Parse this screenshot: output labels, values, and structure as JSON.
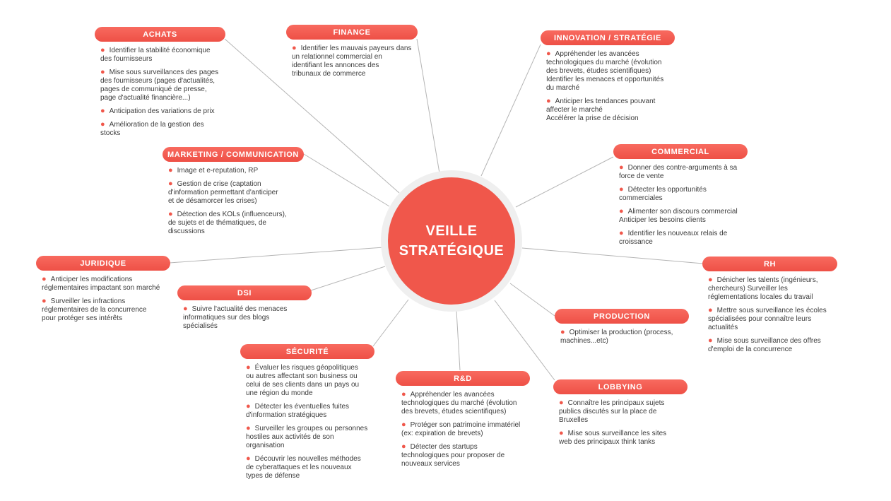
{
  "center": {
    "line1": "VEILLE",
    "line2": "STRATÉGIQUE"
  },
  "nodes": {
    "achats": {
      "title": "ACHATS",
      "items": [
        "Identifier la stabilité économique\ndes fournisseurs",
        "Mise sous surveillances des pages\ndes fournisseurs (pages d'actualités,\npages de communiqué de presse,\npage d'actualité financière...)",
        "Anticipation des variations de prix",
        "Amélioration de la gestion des\nstocks"
      ]
    },
    "finance": {
      "title": "FINANCE",
      "items": [
        "Identifier les mauvais payeurs dans\nun relationnel commercial en\nidentifiant les annonces des\ntribunaux de commerce"
      ]
    },
    "innovation": {
      "title": "INNOVATION / STRATÉGIE",
      "items": [
        "Appréhender les avancées\ntechnologiques du marché (évolution\ndes brevets, études scientifiques)\nIdentifier les menaces et opportunités\ndu marché",
        "Anticiper les tendances pouvant\naffecter le marché\nAccélérer la prise de décision"
      ]
    },
    "marketing": {
      "title": "MARKETING / COMMUNICATION",
      "items": [
        "Image et e-reputation, RP",
        "Gestion de crise (captation\nd'information permettant d'anticiper\net de désamorcer les crises)",
        "Détection des KOLs (influenceurs),\nde sujets et de thématiques, de\ndiscussions"
      ]
    },
    "commercial": {
      "title": "COMMERCIAL",
      "items": [
        "Donner des contre-arguments à sa\nforce de vente",
        "Détecter les opportunités\ncommerciales",
        "Alimenter son discours commercial\nAnticiper les besoins clients",
        "Identifier les nouveaux relais de\ncroissance"
      ]
    },
    "juridique": {
      "title": "JURIDIQUE",
      "items": [
        "Anticiper les modifications\nréglementaires impactant son marché",
        "Surveiller les infractions\nréglementaires de la concurrence\npour protéger ses intérêts"
      ]
    },
    "dsi": {
      "title": "DSI",
      "items": [
        "Suivre l'actualité des menaces\ninformatiques sur des blogs\nspécialisés"
      ]
    },
    "rh": {
      "title": "RH",
      "items": [
        "Dénicher les talents (ingénieurs,\nchercheurs) Surveiller les\nréglementations locales du travail",
        "Mettre sous surveillance les écoles\nspécialisées pour connaître leurs\nactualités",
        "Mise sous surveillance des offres\nd'emploi de la concurrence"
      ]
    },
    "production": {
      "title": "PRODUCTION",
      "items": [
        "Optimiser la production (process,\nmachines...etc)"
      ]
    },
    "securite": {
      "title": "SÉCURITÉ",
      "items": [
        "Évaluer les risques géopolitiques\nou autres affectant son business ou\ncelui de ses clients dans un pays ou\nune région du monde",
        "Détecter les éventuelles fuites\nd'information stratégiques",
        "Surveiller les groupes ou personnes\nhostiles aux activités de son\norganisation",
        "Découvrir les nouvelles méthodes\nde cyberattaques et les nouveaux\ntypes de défense"
      ]
    },
    "rd": {
      "title": "R&D",
      "items": [
        "Appréhender les avancées\ntechnologiques du marché (évolution\ndes brevets, études scientifiques)",
        "Protéger son patrimoine immatériel\n(ex: expiration de brevets)",
        "Détecter des startups\ntechnologiques pour proposer de\nnouveaux services"
      ]
    },
    "lobbying": {
      "title": "LOBBYING",
      "items": [
        "Connaître les principaux sujets\npublics discutés sur la place de\nBruxelles",
        "Mise sous surveillance les sites\nweb des principaux think tanks"
      ]
    }
  },
  "colors": {
    "accent": "#f0574b",
    "connector": "#b5b5b5",
    "halo": "#efefef",
    "text": "#3b3b3b"
  }
}
